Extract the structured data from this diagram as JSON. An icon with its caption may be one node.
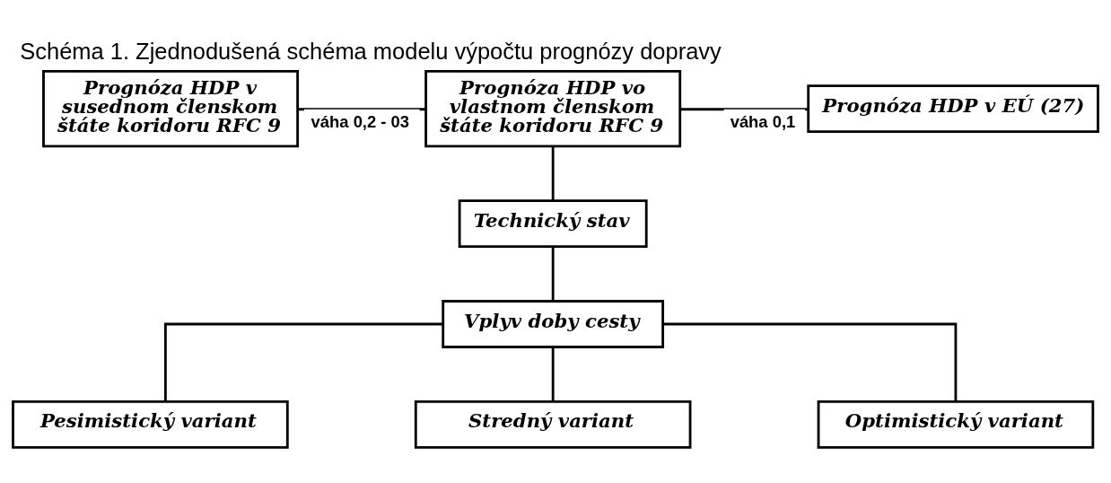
{
  "diagram": {
    "title": "Schéma 1. Zjednodušená schéma modelu výpočtu prognózy dopravy",
    "nodes": [
      {
        "text": [
          "Prognóza HDP v susednom členskom štáte koridoru RFC 9"
        ]
      },
      {
        "text": [
          "Prognóza HDP vo vlastnom členskom štáte koridoru RFC 9"
        ]
      },
      {
        "text": [
          "Prognóza HDP v EÚ (27)"
        ]
      },
      {
        "text": [
          "Technický stav"
        ]
      },
      {
        "text": [
          "Vplyv doby cesty"
        ]
      },
      {
        "text": [
          "Pesimistický variant"
        ]
      },
      {
        "text": [
          "Stredný variant"
        ]
      },
      {
        "text": [
          "Optimistický variant"
        ]
      }
    ],
    "edges": [
      {
        "from": 0,
        "to": 1,
        "arrow": "none",
        "label": "váha 0,2 - 03"
      },
      {
        "from": 1,
        "to": 2,
        "arrow": "none",
        "label": "váha 0,1"
      },
      {
        "from": 1,
        "to": 3,
        "arrow": "none"
      },
      {
        "from": 3,
        "to": 4,
        "arrow": "none"
      },
      {
        "from": 4,
        "to": 5,
        "arrow": "none"
      },
      {
        "from": 4,
        "to": 6,
        "arrow": "none"
      },
      {
        "from": 4,
        "to": 7,
        "arrow": "none"
      }
    ]
  }
}
